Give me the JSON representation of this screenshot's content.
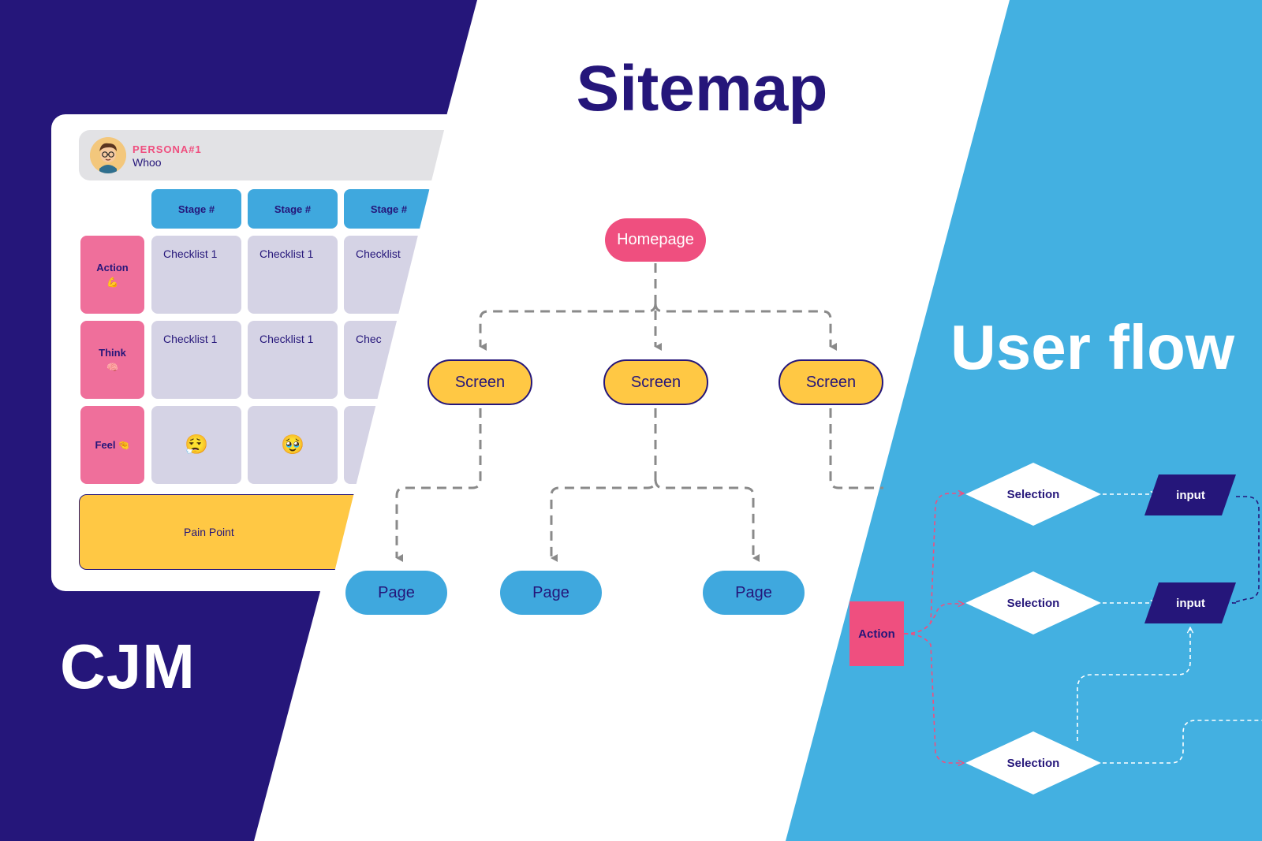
{
  "titles": {
    "cjm": "CJM",
    "sitemap": "Sitemap",
    "userflow": "User flow"
  },
  "cjm": {
    "persona_tag": "PERSONA#1",
    "persona_name": "Whoo",
    "stages": [
      "Stage #",
      "Stage #",
      "Stage #"
    ],
    "rows": [
      {
        "label": "Action",
        "emoji": "💪",
        "cells": [
          "Checklist 1",
          "Checklist 1",
          "Checklist"
        ]
      },
      {
        "label": "Think",
        "emoji": "🧠",
        "cells": [
          "Checklist 1",
          "Checklist 1",
          "Chec"
        ]
      },
      {
        "label": "Feel",
        "emoji": "🤏",
        "cells": [
          "😮‍💨",
          "🥹",
          ""
        ]
      }
    ],
    "pain_point": "Pain Point"
  },
  "sitemap": {
    "homepage": "Homepage",
    "screens": [
      "Screen",
      "Screen",
      "Screen"
    ],
    "pages": [
      "Page",
      "Page",
      "Page"
    ]
  },
  "userflow": {
    "action": "Action",
    "selections": [
      "Selection",
      "Selection",
      "Selection"
    ],
    "inputs": [
      "input",
      "input"
    ]
  },
  "colors": {
    "navy": "#25167a",
    "pink": "#ef4f7f",
    "yellow": "#ffc844",
    "blue": "#43b0e1",
    "lavender": "#d5d3e5"
  }
}
